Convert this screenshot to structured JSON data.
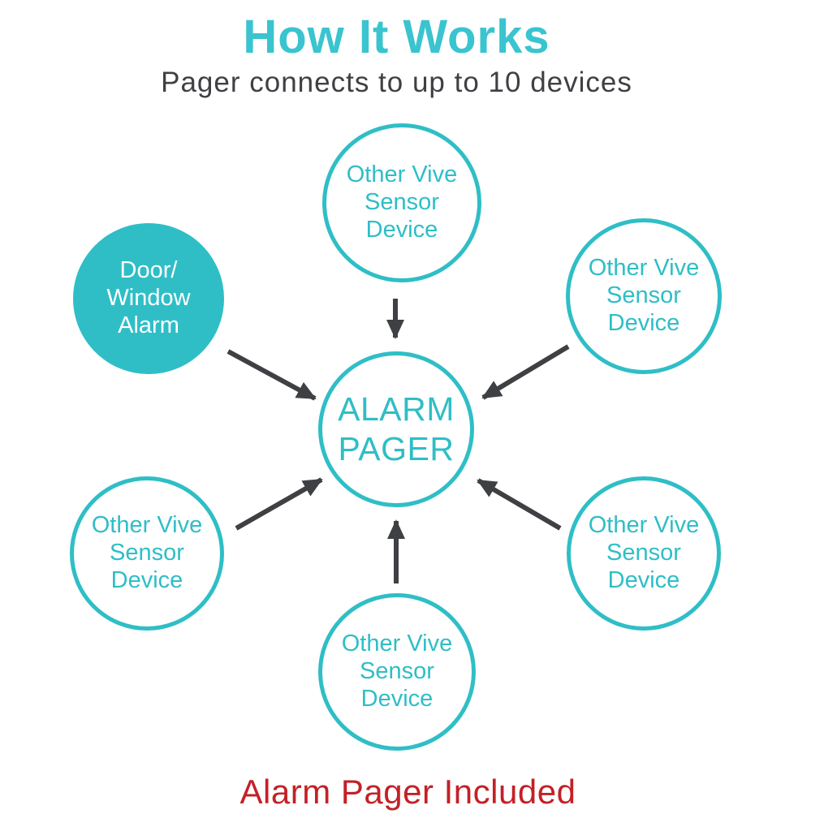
{
  "diagram": {
    "title": "How It Works",
    "subtitle": "Pager connects to up to 10 devices",
    "center": {
      "label": "ALARM PAGER"
    },
    "nodes": [
      {
        "position": "top",
        "label": "Other Vive Sensor Device",
        "style": "outline"
      },
      {
        "position": "upper-left",
        "label": "Door/ Window Alarm",
        "style": "filled"
      },
      {
        "position": "upper-right",
        "label": "Other Vive Sensor Device",
        "style": "outline"
      },
      {
        "position": "lower-left",
        "label": "Other Vive Sensor Device",
        "style": "outline"
      },
      {
        "position": "lower-right",
        "label": "Other Vive Sensor Device",
        "style": "outline"
      },
      {
        "position": "bottom",
        "label": "Other Vive Sensor Device",
        "style": "outline"
      }
    ],
    "footer_note": "Alarm Pager Included",
    "colors": {
      "teal": "#2fbec6",
      "title_teal": "#3ac4cf",
      "dark_text": "#3f4043",
      "arrow": "#3e4043",
      "red": "#c32127",
      "background": "#ffffff",
      "filled_node_text": "#ffffff"
    }
  }
}
